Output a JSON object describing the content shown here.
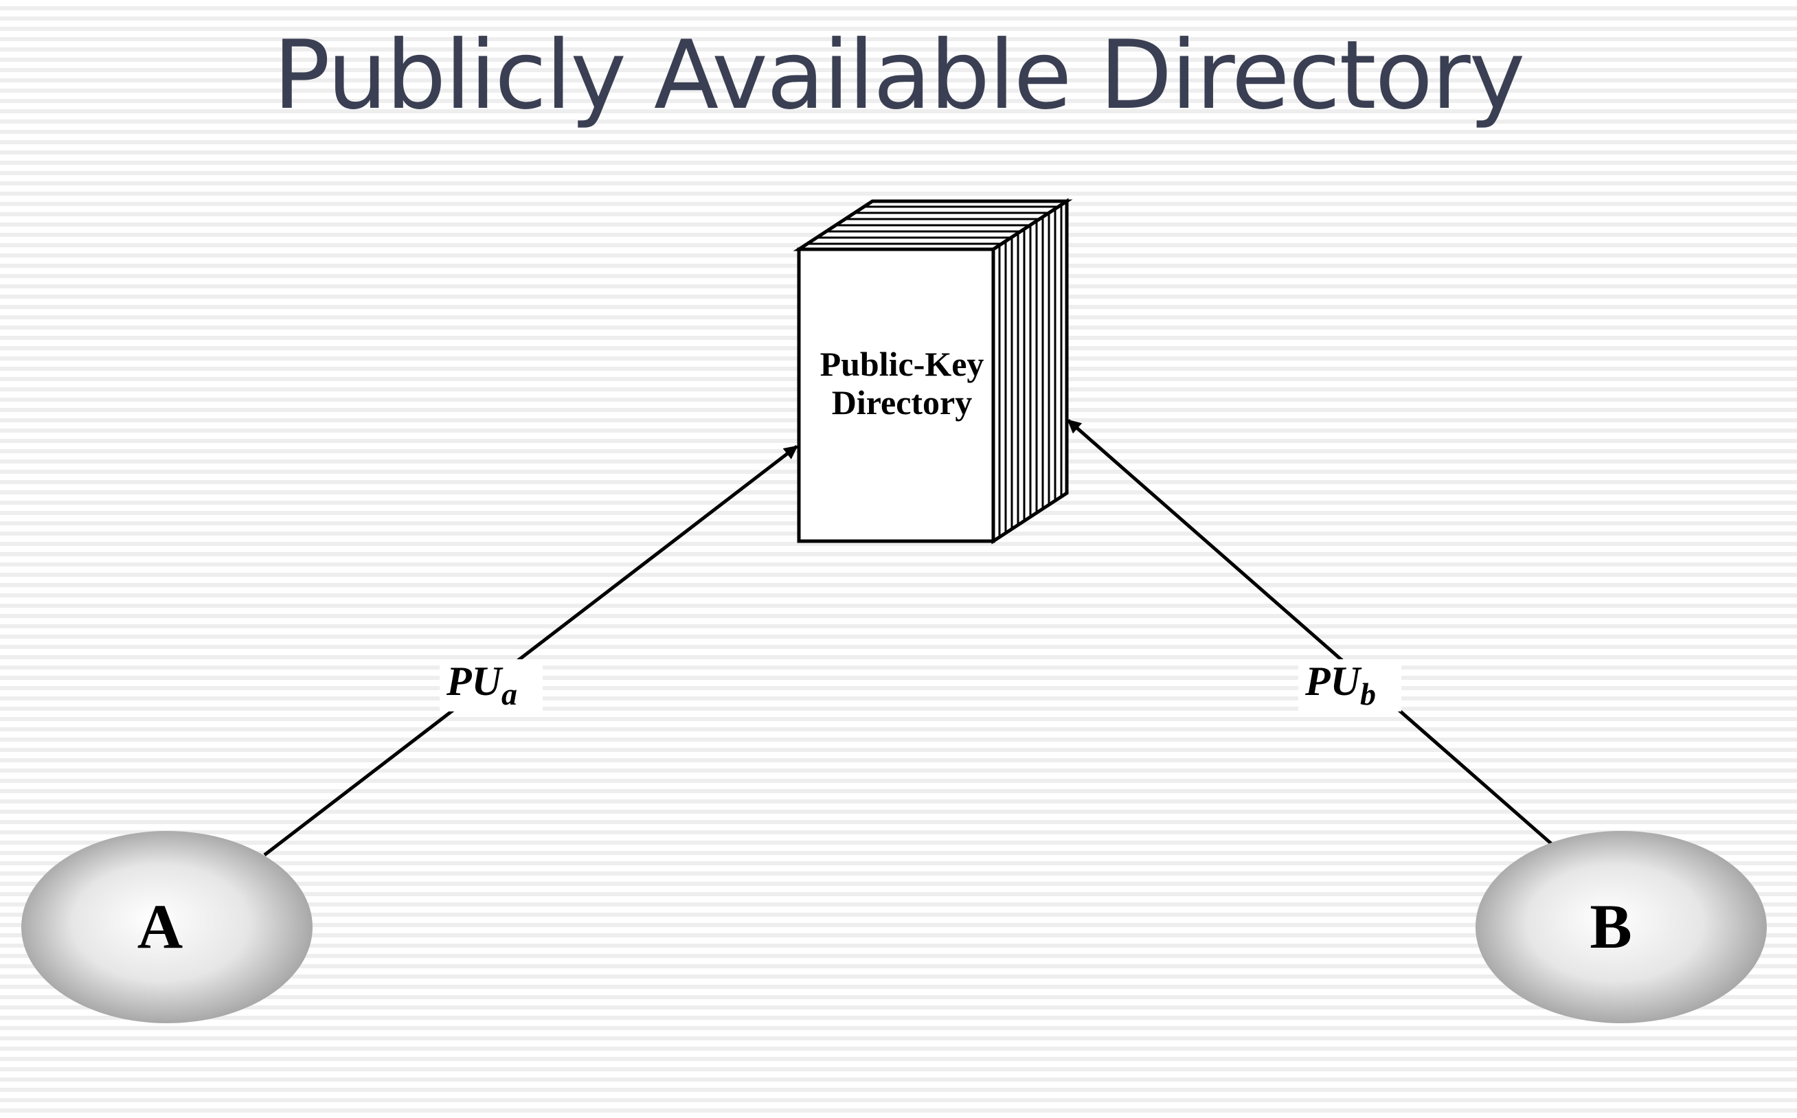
{
  "title": "Publicly Available Directory",
  "diagram": {
    "directory": {
      "label_line1": "Public-Key",
      "label_line2": "Directory"
    },
    "nodes": {
      "a": {
        "label": "A"
      },
      "b": {
        "label": "B"
      }
    },
    "edges": {
      "a_to_directory": {
        "label_main": "PU",
        "label_sub": "a"
      },
      "b_to_directory": {
        "label_main": "PU",
        "label_sub": "b"
      }
    },
    "colors": {
      "title": "#3b3f53",
      "stroke": "#000000",
      "node_fill_light": "#ffffff",
      "node_fill_dark": "#9a9a9a"
    }
  }
}
